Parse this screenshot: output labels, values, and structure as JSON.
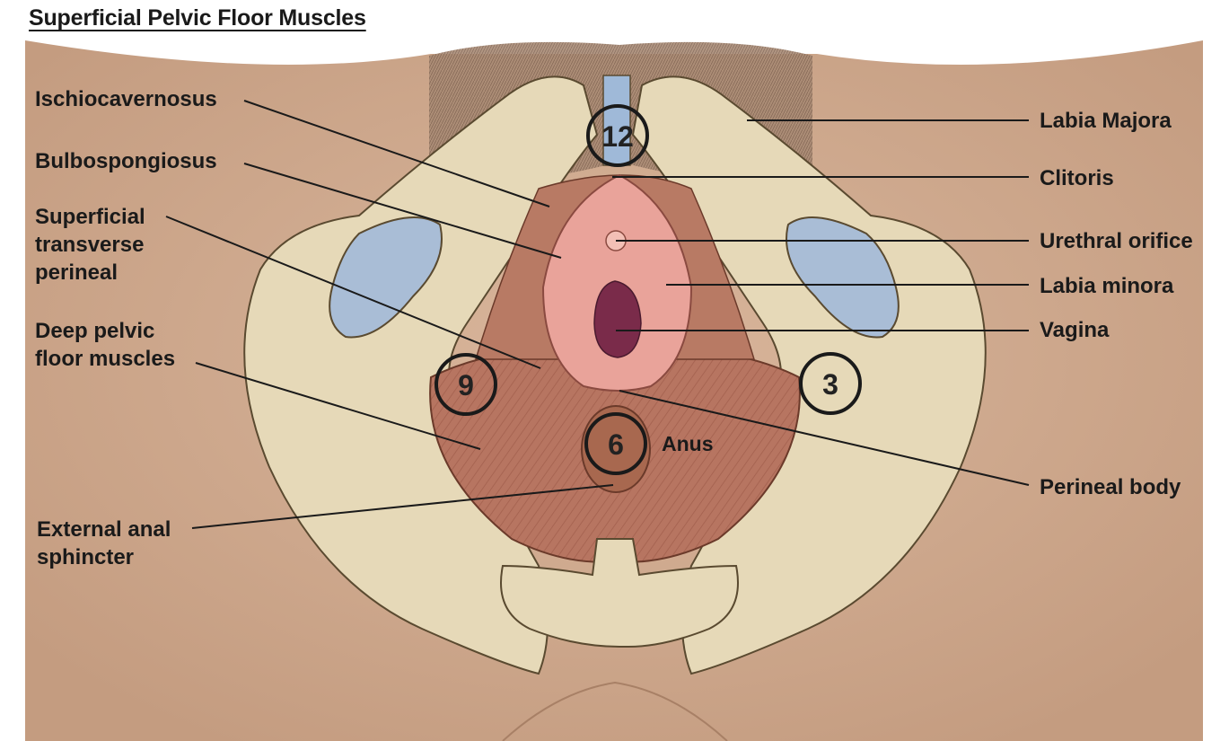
{
  "title": "Superficial Pelvic Floor Muscles",
  "left_labels": {
    "ischiocavernosus": "Ischiocavernosus",
    "bulbospongiosus": "Bulbospongiosus",
    "superficial_transverse_perineal": [
      "Superficial",
      "transverse",
      "perineal"
    ],
    "deep_pelvic_floor_muscles": [
      "Deep pelvic",
      "floor muscles"
    ],
    "external_anal_sphincter": [
      "External anal",
      "sphincter"
    ]
  },
  "right_labels": {
    "labia_majora": "Labia Majora",
    "clitoris": "Clitoris",
    "urethral_orifice": "Urethral orifice",
    "labia_minora": "Labia minora",
    "vagina": "Vagina",
    "perineal_body": "Perineal body"
  },
  "inline_labels": {
    "anus": "Anus"
  },
  "clock_markers": {
    "twelve": "12",
    "three": "3",
    "six": "6",
    "nine": "9"
  },
  "colors": {
    "skin": "#c9a58a",
    "bone": "#e8dcbc",
    "muscle": "#b5735e",
    "mucosa": "#e9a39a",
    "vaginal_opening": "#7a2b4a",
    "cartilage_blue": "#a9bdd6",
    "pubic_hair": "#9a7c66"
  }
}
